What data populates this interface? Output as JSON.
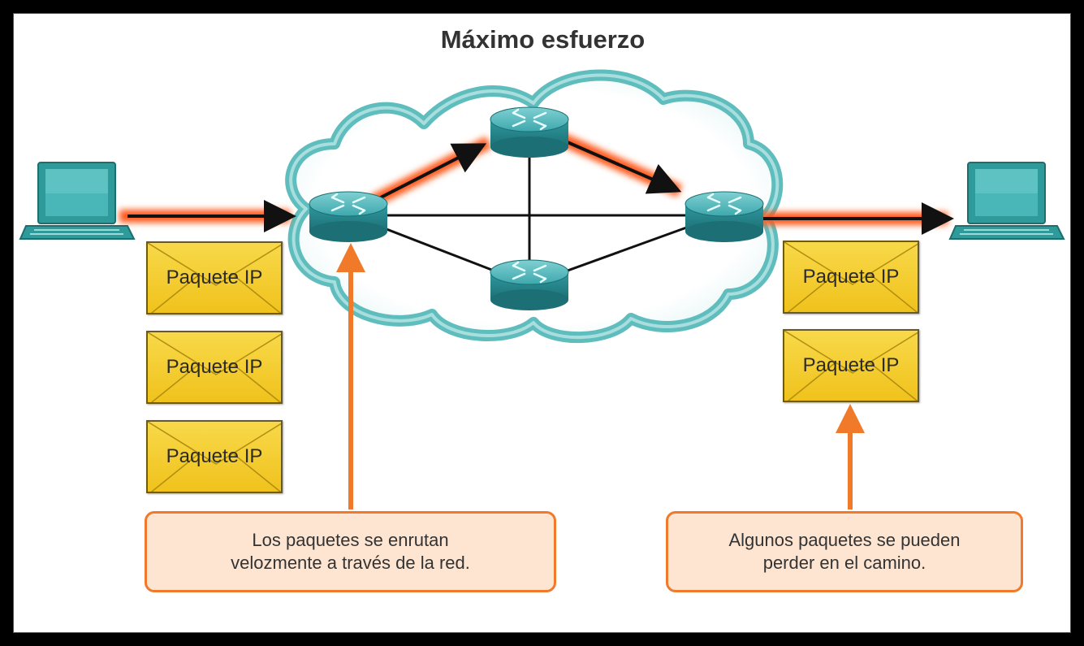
{
  "title": "Máximo esfuerzo",
  "packets": {
    "left": [
      "Paquete IP",
      "Paquete IP",
      "Paquete IP"
    ],
    "right": [
      "Paquete IP",
      "Paquete IP"
    ]
  },
  "callouts": {
    "left": "Los paquetes se enrutan\nvelozmente a través de la red.",
    "right": "Algunos paquetes se pueden\nperder en el camino."
  },
  "colors": {
    "accent": "#f07a2a",
    "callout_fill": "#fde5d2",
    "packet_fill": "#f3c825",
    "router": "#2b8d92",
    "cloud_outline": "#5fbdbd",
    "computer": "#2e9a9a"
  },
  "icons": {
    "sender": "computer-icon",
    "receiver": "computer-icon",
    "router": "router-icon",
    "cloud": "network-cloud-icon",
    "packet": "envelope-icon"
  }
}
